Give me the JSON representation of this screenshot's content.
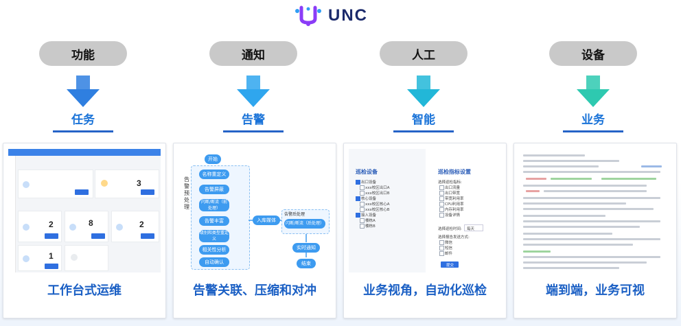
{
  "brand": {
    "name": "UNC",
    "colors": [
      "#1e3a8a",
      "#8b3cf7",
      "#2f9df4"
    ]
  },
  "columns": [
    {
      "pill": "功能",
      "result": "任务",
      "arrow_color": "#2f7fe0"
    },
    {
      "pill": "通知",
      "result": "告警",
      "arrow_color": "#2fa6ee"
    },
    {
      "pill": "人工",
      "result": "智能",
      "arrow_color": "#22b7d8"
    },
    {
      "pill": "设备",
      "result": "业务",
      "arrow_color": "#2ec9b0"
    }
  ],
  "panels": [
    {
      "caption": "工作台式运维",
      "mock": {
        "numbers": [
          "3",
          "2",
          "8",
          "2",
          "1"
        ]
      }
    },
    {
      "caption": "告警关联、压缩和对冲",
      "mock": {
        "side_label": "告警预处理",
        "nodes": [
          "开始",
          "名称重定义",
          "告警屏蔽",
          "闪断/断流（前处理）",
          "告警丰富",
          "级别和类型重定义",
          "相关性分析",
          "自动确认"
        ],
        "link_label": "入库媒体",
        "right_title": "告警后处理",
        "right_nodes": [
          "闪断/断流（后处理）",
          "实时通知",
          "结束"
        ]
      }
    },
    {
      "caption": "业务视角，自动化巡检",
      "mock": {
        "left_title": "巡检设备",
        "left_items": [
          "出口设备",
          "xxx校区出口A",
          "xxx校区出口B",
          "核心设备",
          "xxx校区核心A",
          "xxx校区核心B",
          "接入设备",
          "楼栋A",
          "楼栋B"
        ],
        "right_title": "巡检指标设置",
        "right_subtitle": "选择巡检指标:",
        "right_items": [
          "出口流量",
          "出口带宽",
          "带宽利用率",
          "CPU利用率",
          "内存利用率",
          "设备详情"
        ],
        "time_label": "选择巡检时间:",
        "time_value": "每天",
        "notify_label": "选择报告发送方式:",
        "notify_items": [
          "微信",
          "短信",
          "邮件"
        ],
        "submit": "提交"
      }
    },
    {
      "caption": "端到端，业务可视"
    }
  ]
}
